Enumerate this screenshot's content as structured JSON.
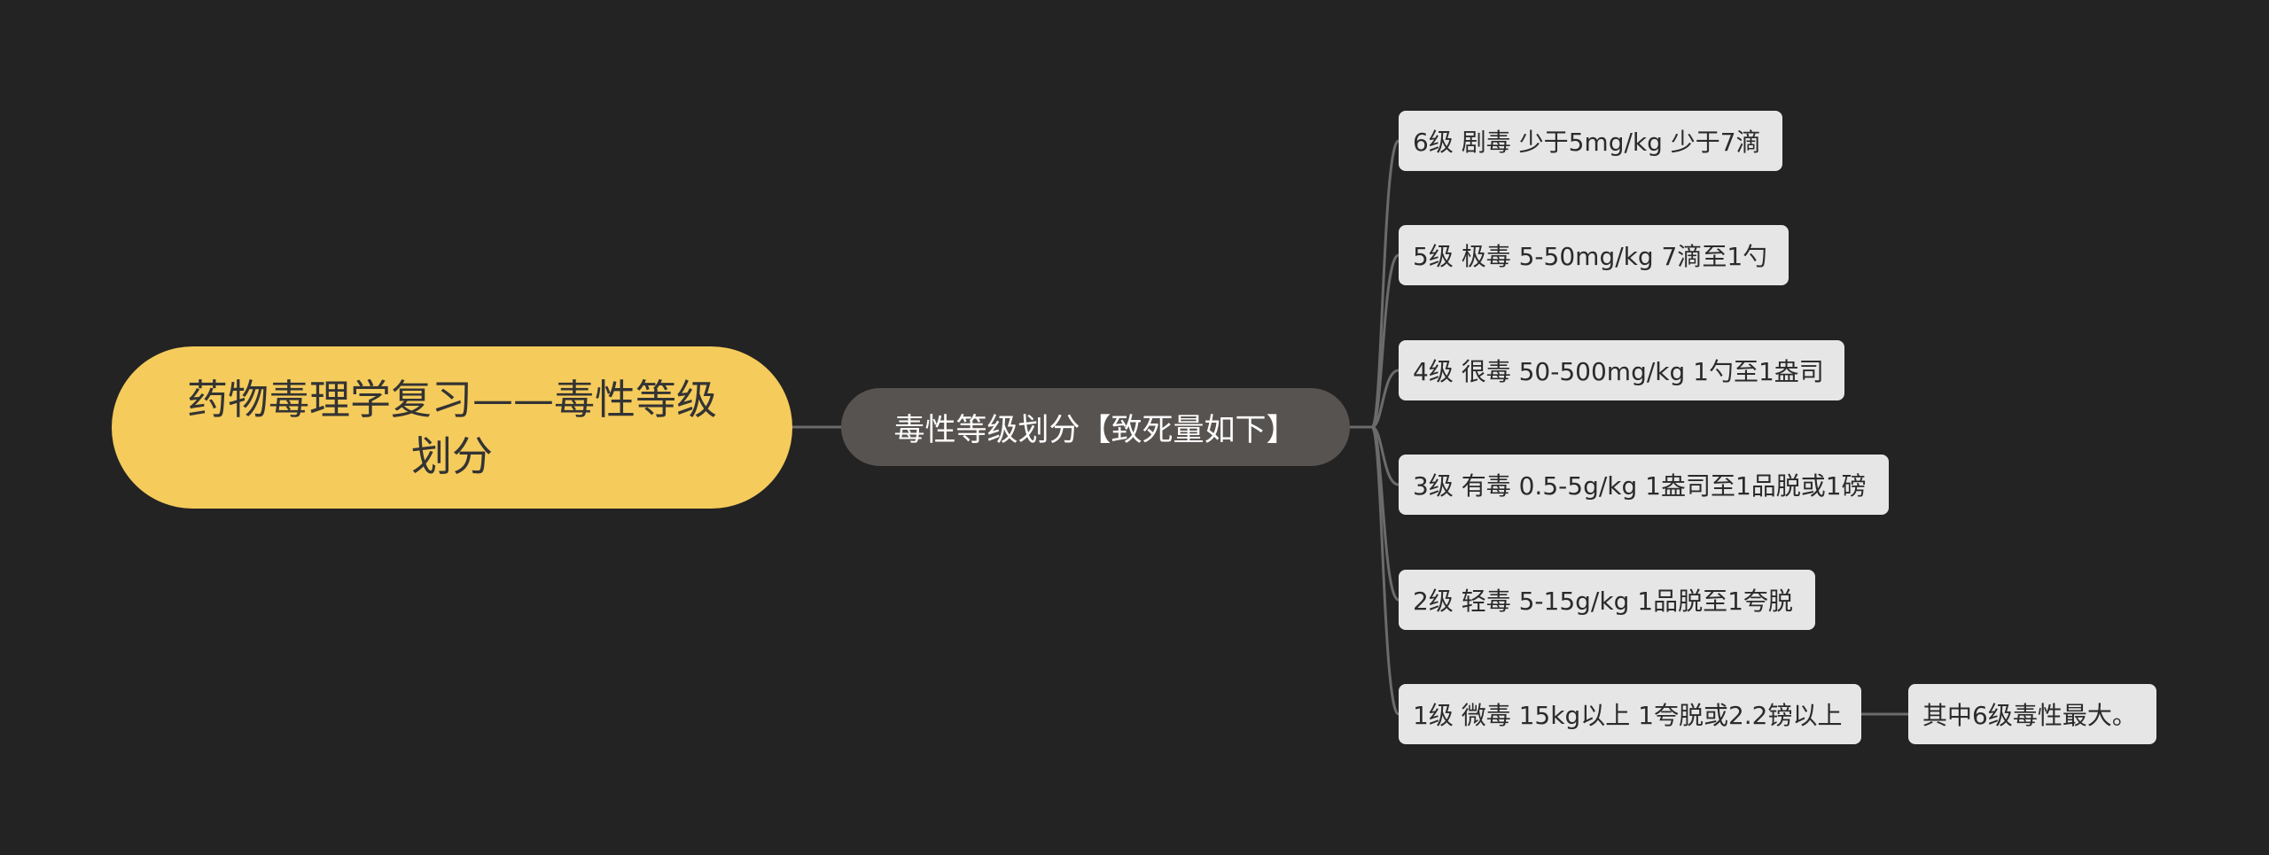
{
  "mindmap": {
    "root": {
      "label": "药物毒理学复习——毒性等级划分"
    },
    "branch": {
      "label": "毒性等级划分【致死量如下】"
    },
    "levels": [
      {
        "label": "6级 剧毒 少于5mg/kg 少于7滴"
      },
      {
        "label": "5级 极毒 5-50mg/kg 7滴至1勺"
      },
      {
        "label": "4级 很毒 50-500mg/kg 1勺至1盎司"
      },
      {
        "label": "3级 有毒 0.5-5g/kg 1盎司至1品脱或1磅"
      },
      {
        "label": "2级 轻毒 5-15g/kg 1品脱至1夸脱"
      },
      {
        "label": "1级 微毒 15kg以上 1夸脱或2.2镑以上"
      }
    ],
    "note": {
      "label": "其中6级毒性最大。"
    }
  },
  "colors": {
    "background": "#232323",
    "root_fill": "#f5cb5c",
    "branch_fill": "#575351",
    "leaf_fill": "#e6e6e6",
    "connector": "#6b6b6b"
  }
}
